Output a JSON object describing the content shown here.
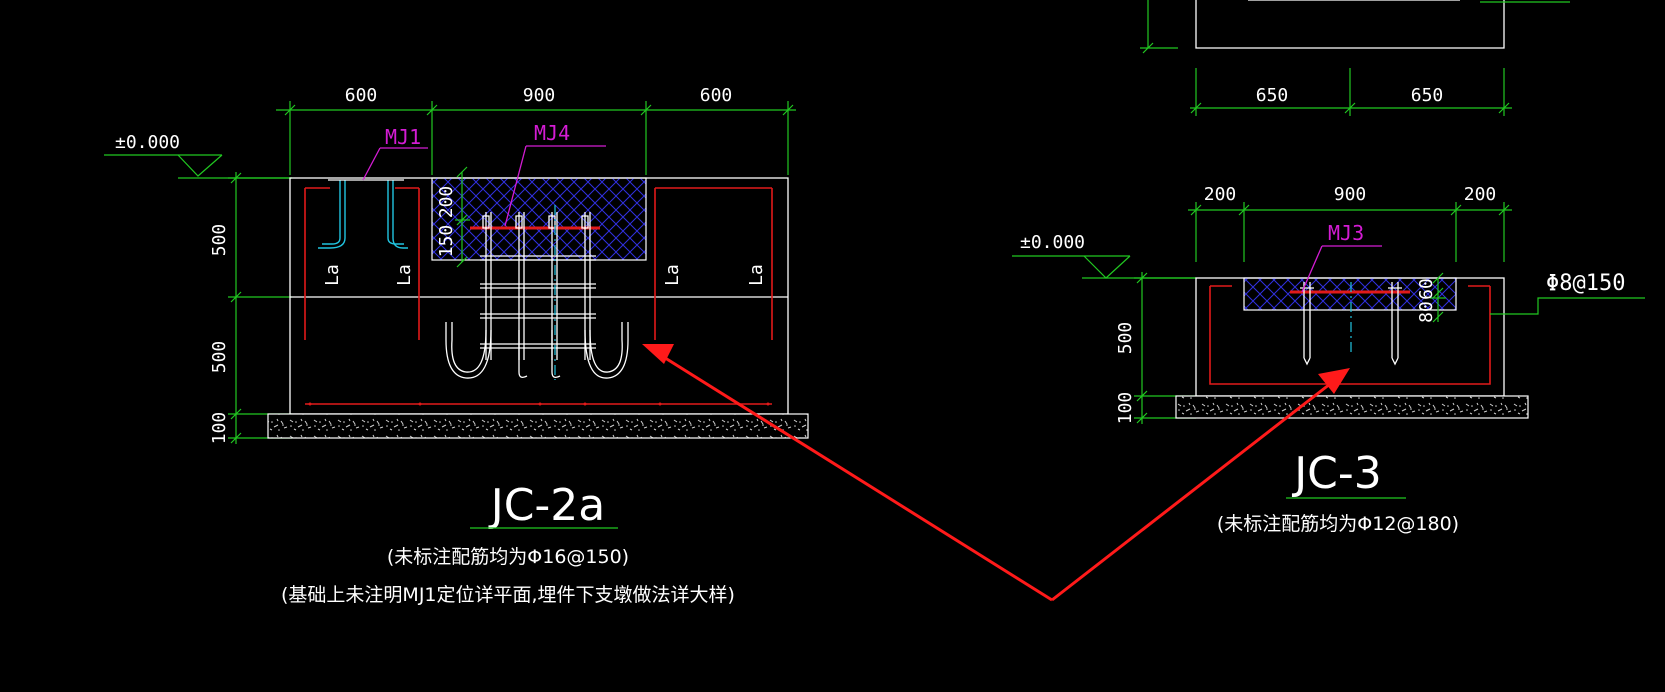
{
  "left_detail": {
    "top_dims": [
      "600",
      "900",
      "600"
    ],
    "left_dims": [
      "500",
      "500",
      "100"
    ],
    "inner_dims": [
      "200",
      "150"
    ],
    "level_mark": "±0.000",
    "labels": [
      "MJ1",
      "MJ4"
    ],
    "anchor_labels": [
      "La",
      "La",
      "La",
      "La"
    ],
    "title": "JC-2a",
    "note1": "(未标注配筋均为Φ16@150)",
    "note2": "(基础上未注明MJ1定位详平面,埋件下支墩做法详大样)"
  },
  "right_detail": {
    "top_dims_upper": [
      "650",
      "650"
    ],
    "top_dims": [
      "200",
      "900",
      "200"
    ],
    "left_dims": [
      "500",
      "100"
    ],
    "inner_dims": [
      "60",
      "80"
    ],
    "level_mark": "±0.000",
    "label": "MJ3",
    "rebar_label": "Φ8@150",
    "title": "JC-3",
    "note": "(未标注配筋均为Φ12@180)"
  },
  "colors": {
    "background": "#000000",
    "dimension": "#21c821",
    "outline": "#ffffff",
    "rebar": "#e11a1a",
    "embed": "#d41cd4",
    "hatch": "#2020c8",
    "arrow": "#ff1a1a"
  }
}
